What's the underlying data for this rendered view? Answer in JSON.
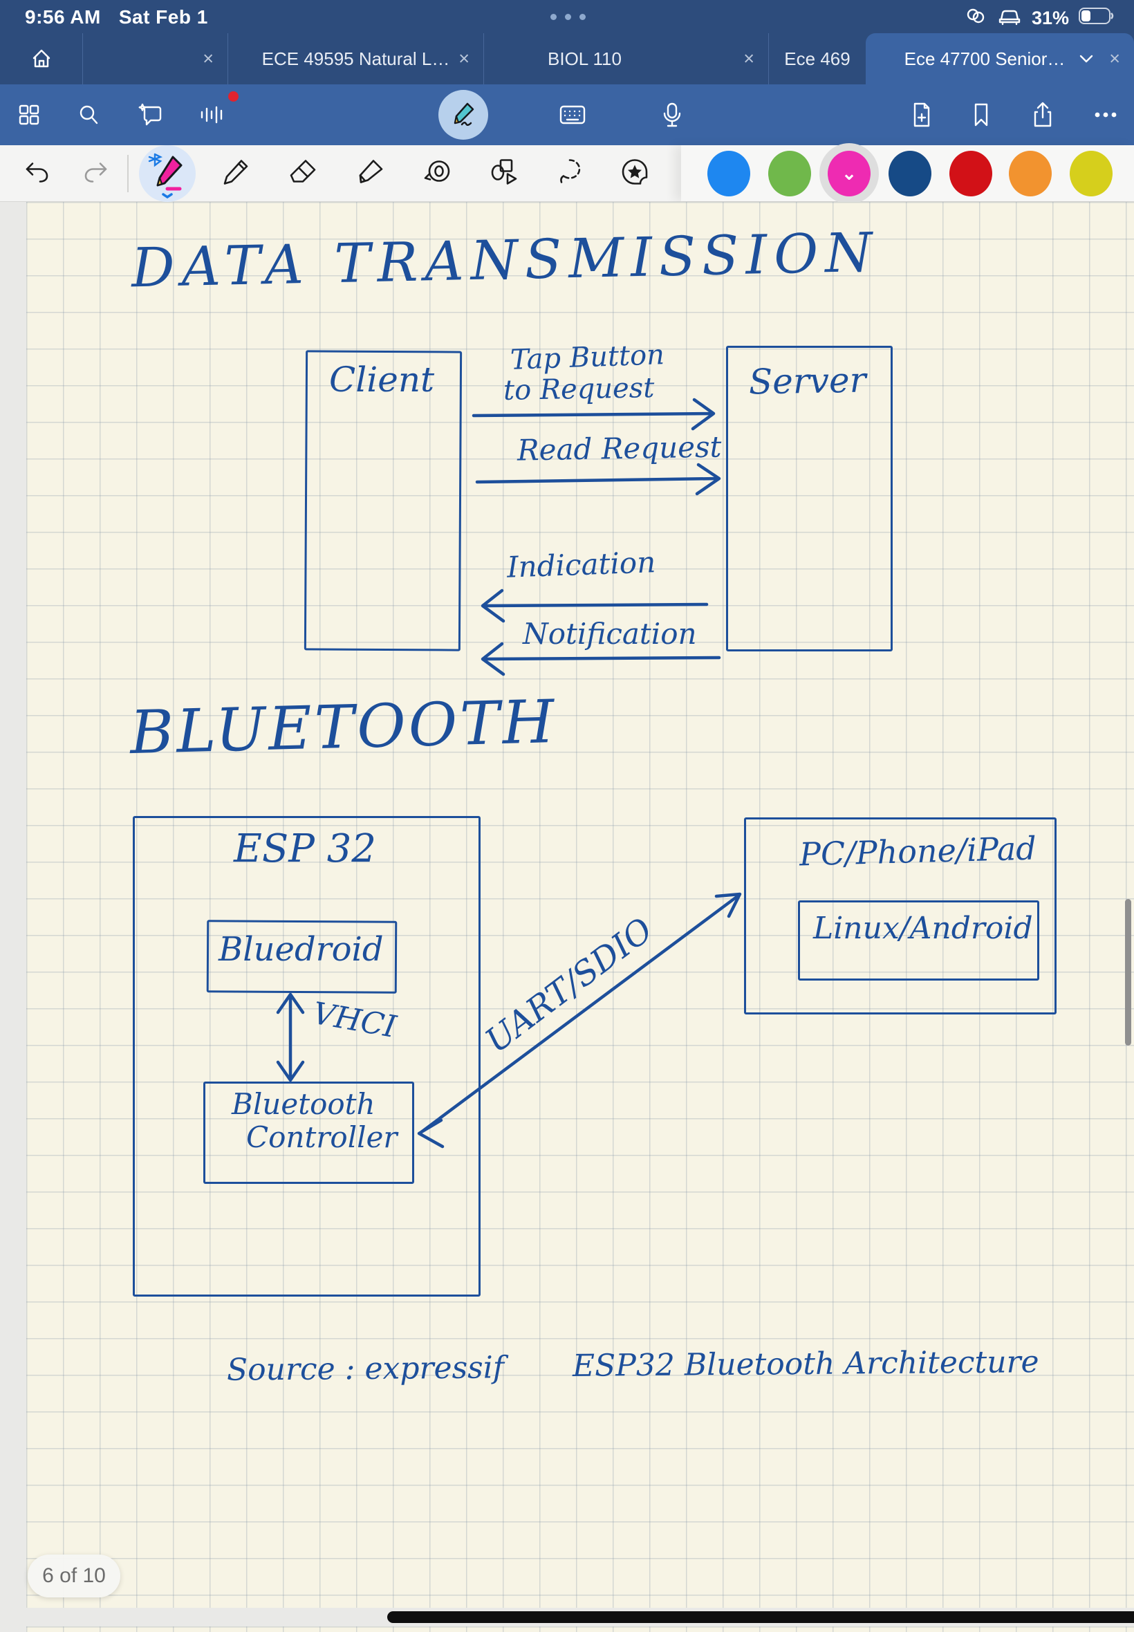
{
  "status_bar": {
    "time": "9:56 AM",
    "date": "Sat Feb 1",
    "battery_percent": "31%"
  },
  "tab_bar": {
    "tabs": [
      {
        "label": "",
        "close": "×"
      },
      {
        "label": "ECE 49595 Natural L…",
        "close": "×"
      },
      {
        "label": "BIOL 110",
        "close": "×"
      },
      {
        "label": "Ece 469",
        "close": ""
      },
      {
        "label": "Ece 47700 Senior…",
        "close": "×"
      }
    ]
  },
  "toolbar": {
    "icons": [
      "grid",
      "search",
      "ai-chat",
      "audio-waveform",
      "pen",
      "keyboard",
      "microphone",
      "add-page",
      "bookmark",
      "share",
      "more"
    ]
  },
  "pen_bar": {
    "tools": [
      "undo",
      "redo",
      "fountain-pen",
      "pencil",
      "eraser",
      "highlighter",
      "tape",
      "shapes",
      "lasso",
      "sticker"
    ],
    "colors": [
      "#1e87f0",
      "#70b84b",
      "#ee2bb2",
      "#164a86",
      "#d21117",
      "#f2932f",
      "#d6cf1c"
    ],
    "selected_color_index": 2,
    "selected_color_chevron": "⌄"
  },
  "canvas": {
    "title_data_transmission": "DATA TRANSMISSION",
    "client": "Client",
    "server": "Server",
    "tap_button_line1": "Tap Button",
    "tap_button_line2": "to Request",
    "read_request": "Read Request",
    "indication": "Indication",
    "notification": "Notification",
    "title_bluetooth": "BLUETOOTH",
    "esp32": "ESP 32",
    "bluedroid": "Bluedroid",
    "vhci": "VHCI",
    "bluetooth_controller_line1": "Bluetooth",
    "bluetooth_controller_line2": "Controller",
    "pc_phone_ipad": "PC/Phone/iPad",
    "linux_android": "Linux/Android",
    "uart_sdio": "UART/SDIO",
    "caption_source": "Source : expressif",
    "caption_title": "ESP32 Bluetooth Architecture"
  },
  "page_indicator": "6 of 10"
}
